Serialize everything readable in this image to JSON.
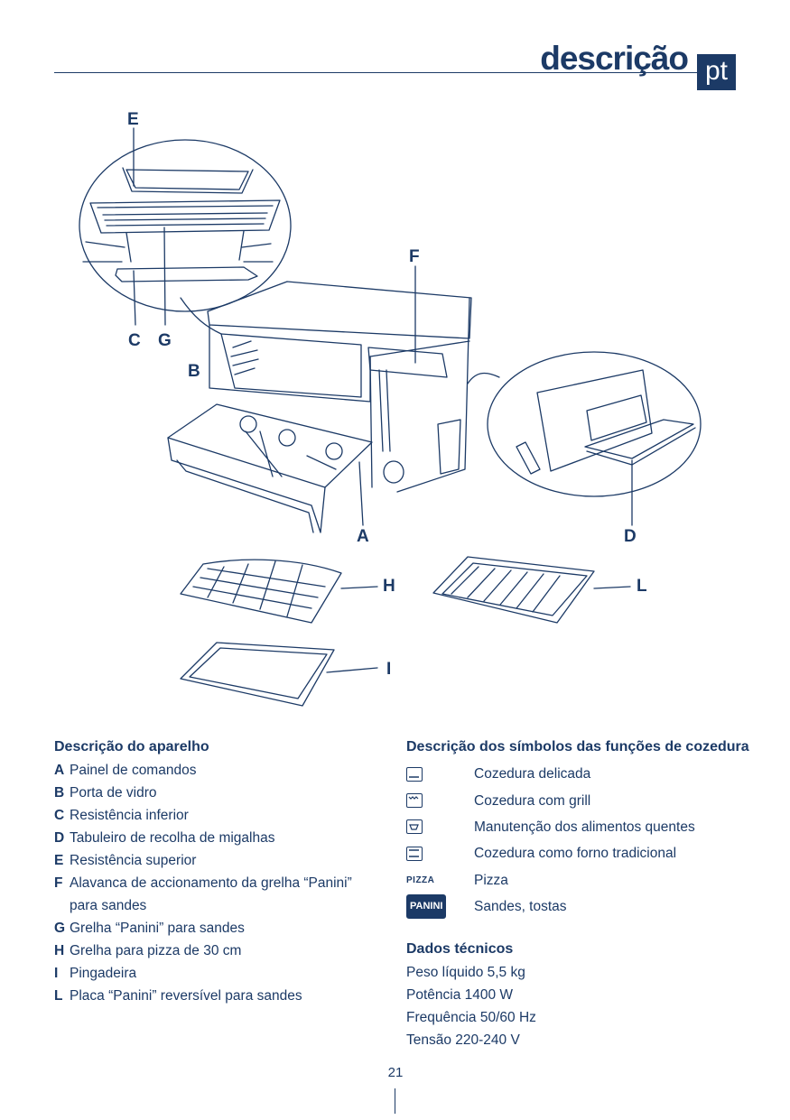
{
  "header": {
    "title": "descrição",
    "lang": "pt"
  },
  "callouts": {
    "E": "E",
    "F": "F",
    "C": "C",
    "G": "G",
    "B": "B",
    "A": "A",
    "D": "D",
    "H": "H",
    "L": "L",
    "I": "I"
  },
  "appliance": {
    "title": "Descrição do aparelho",
    "parts": [
      {
        "code": "A",
        "desc": "Painel de comandos"
      },
      {
        "code": "B",
        "desc": "Porta de vidro"
      },
      {
        "code": "C",
        "desc": "Resistência inferior"
      },
      {
        "code": "D",
        "desc": "Tabuleiro de recolha de migalhas"
      },
      {
        "code": "E",
        "desc": "Resistência superior"
      },
      {
        "code": "F",
        "desc": "Alavanca de accionamento da grelha “Panini” para sandes"
      },
      {
        "code": "G",
        "desc": "Grelha “Panini” para sandes"
      },
      {
        "code": "H",
        "desc": "Grelha para pizza de 30 cm"
      },
      {
        "code": "I",
        "desc": "Pingadeira"
      },
      {
        "code": "L",
        "desc": "Placa “Panini” reversível para sandes"
      }
    ]
  },
  "symbols": {
    "title": "Descrição dos símbolos das funções de cozedura",
    "items": [
      {
        "icon": "bottom-heat-icon",
        "label": "Cozedura delicada"
      },
      {
        "icon": "grill-icon",
        "label": "Cozedura com grill"
      },
      {
        "icon": "keep-warm-icon",
        "label": "Manutenção dos alimentos quentes"
      },
      {
        "icon": "top-bottom-heat-icon",
        "label": "Cozedura como forno tradicional"
      },
      {
        "icon": "pizza-icon",
        "icon_text": "PIZZA",
        "label": "Pizza"
      },
      {
        "icon": "panini-icon",
        "icon_text": "PANINI",
        "label": "Sandes, tostas"
      }
    ]
  },
  "tech": {
    "title": "Dados técnicos",
    "lines": [
      "Peso líquido 5,5 kg",
      "Potência 1400 W",
      "Frequência 50/60 Hz",
      "Tensão 220-240 V"
    ]
  },
  "page_number": "21"
}
